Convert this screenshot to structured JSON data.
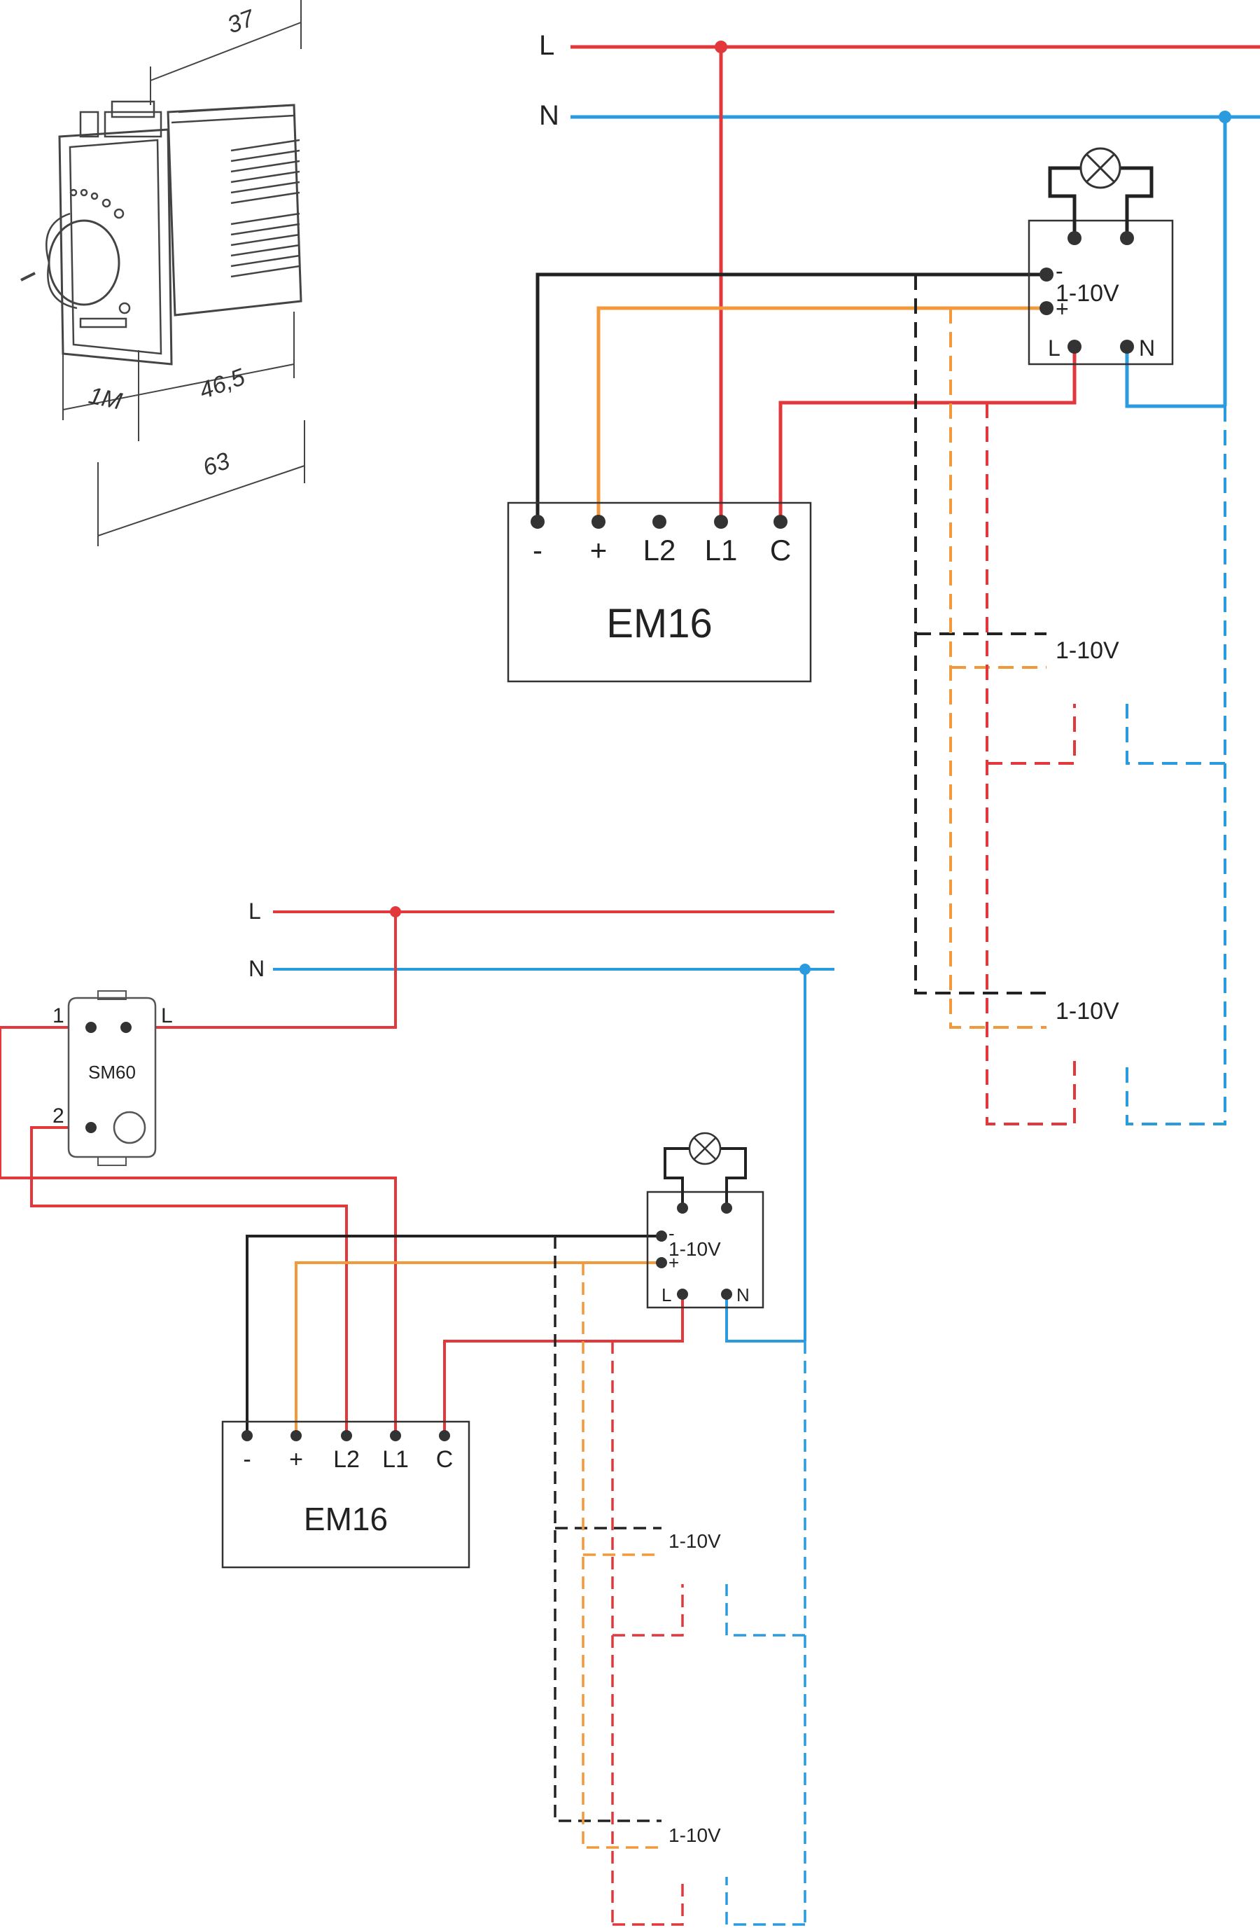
{
  "colors": {
    "phase": "#e2383c",
    "neutral": "#2b9be0",
    "control_minus": "#222222",
    "control_plus": "#f29a3b",
    "outline": "#3a3a3a",
    "background": "#ffffff"
  },
  "device_drawing": {
    "dim_width": "37",
    "dim_depth_front": "46,5",
    "dim_depth_total": "63",
    "module_size": "1M"
  },
  "diagram_top": {
    "line_label": "L",
    "neutral_label": "N",
    "controller": {
      "name": "EM16",
      "terminals": [
        "-",
        "+",
        "L2",
        "L1",
        "C"
      ]
    },
    "ballast": {
      "signal_label": "1-10V",
      "minus": "-",
      "plus": "+",
      "l_label": "L",
      "n_label": "N"
    },
    "extra_ballast_1": "1-10V",
    "extra_ballast_2": "1-10V"
  },
  "diagram_bottom": {
    "line_label": "L",
    "neutral_label": "N",
    "pushbutton": {
      "name": "SM60",
      "terminal_1": "1",
      "terminal_2": "2",
      "terminal_l": "L"
    },
    "controller": {
      "name": "EM16",
      "terminals": [
        "-",
        "+",
        "L2",
        "L1",
        "C"
      ]
    },
    "ballast": {
      "signal_label": "1-10V",
      "minus": "-",
      "plus": "+",
      "l_label": "L",
      "n_label": "N"
    },
    "extra_ballast_1": "1-10V",
    "extra_ballast_2": "1-10V"
  },
  "icons": [
    "dimmer-module-icon",
    "lamp-icon",
    "knob-icon"
  ]
}
